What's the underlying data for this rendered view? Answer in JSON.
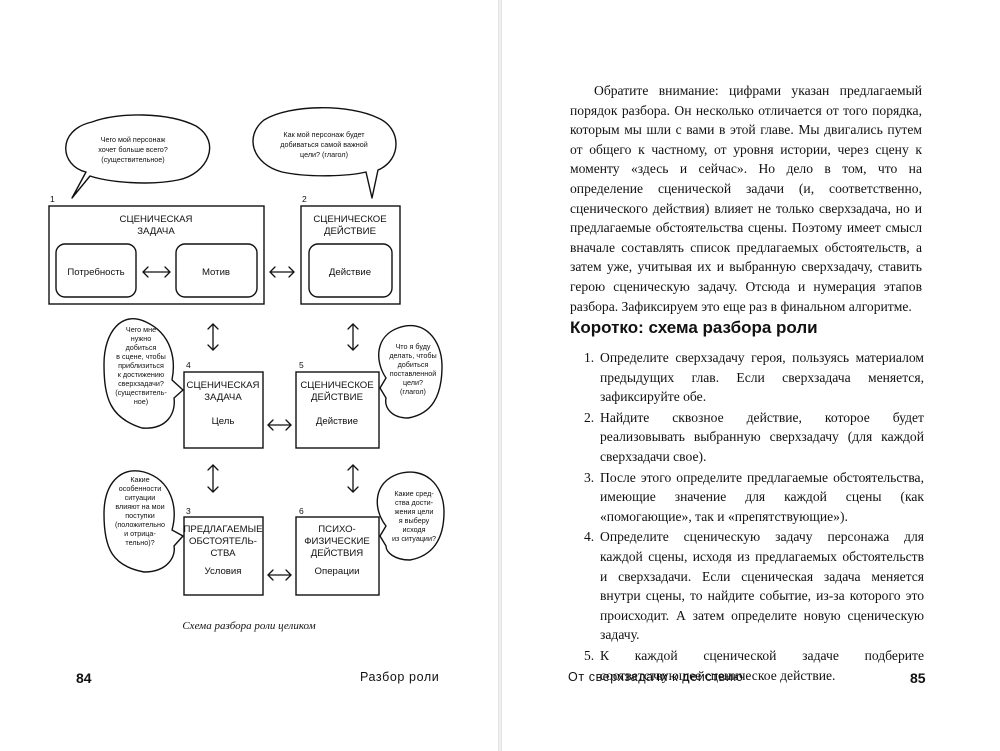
{
  "left_page": {
    "diagram": {
      "boxes": {
        "b1": {
          "number": "1",
          "title": [
            "СЦЕНИЧЕСКАЯ",
            "ЗАДАЧА"
          ],
          "sub_left": "Потребность",
          "sub_right": "Мотив"
        },
        "b2": {
          "number": "2",
          "title": [
            "СЦЕНИЧЕСКОЕ",
            "ДЕЙСТВИЕ"
          ],
          "sub": "Действие"
        },
        "b4": {
          "number": "4",
          "title": [
            "СЦЕНИЧЕСКАЯ",
            "ЗАДАЧА"
          ],
          "label": "Цель"
        },
        "b5": {
          "number": "5",
          "title": [
            "СЦЕНИЧЕСКОЕ",
            "ДЕЙСТВИЕ"
          ],
          "label": "Действие"
        },
        "b3": {
          "number": "3",
          "title": [
            "ПРЕДЛАГАЕМЫЕ",
            "ОБСТОЯТЕЛЬ-",
            "СТВА"
          ],
          "label": "Условия"
        },
        "b6": {
          "number": "6",
          "title": [
            "ПСИХО-",
            "ФИЗИЧЕСКИЕ",
            "ДЕЙСТВИЯ"
          ],
          "label": "Операции"
        }
      },
      "bubbles": {
        "q1": [
          "Чего мой персонаж",
          "хочет больше всего?",
          "(существительное)"
        ],
        "q2": [
          "Как мой персонаж будет",
          "добиваться самой важной",
          "цели? (глагол)"
        ],
        "q4": [
          "Чего мне",
          "нужно",
          "добиться",
          "в сцене, чтобы",
          "приблизиться",
          "к достижению",
          "сверхзадачи?",
          "(существитель-",
          "ное)"
        ],
        "q5": [
          "Что я буду",
          "делать, чтобы",
          "добиться",
          "поставленной",
          "цели?",
          "(глагол)"
        ],
        "q3": [
          "Какие",
          "особенности",
          "ситуации",
          "влияют на мои",
          "поступки",
          "(положительно",
          "и отрица-",
          "тельно)?"
        ],
        "q6": [
          "Какие сред-",
          "ства дости-",
          "жения цели",
          "я выберу",
          "исходя",
          "из ситуации?"
        ]
      }
    },
    "caption": "Схема разбора роли целиком",
    "page_number": "84",
    "running_head": "Разбор роли"
  },
  "right_page": {
    "paragraph": "Обратите внимание: цифрами указан предлагаемый порядок разбора. Он несколько отличается от того порядка, которым мы шли с вами в этой главе. Мы двигались путем от общего к частному, от уровня истории, через сцену к моменту «здесь и сейчас». Но дело в том, что на определение сценической задачи (и, соответственно, сценического действия) влияет не только сверхзадача, но и предлагаемые обстоятельства сцены. Поэтому имеет смысл вначале составлять список предлагаемых обстоятельств, а затем уже, учитывая их и выбранную сверхзадачу, ставить герою сценическую задачу. Отсюда и нумерация этапов разбора. Зафиксируем это еще раз в финальном алгоритме.",
    "heading": "Коротко: схема разбора роли",
    "steps": [
      {
        "num": "1.",
        "text": "Определите сверхзадачу героя, пользуясь материалом предыдущих глав. Если сверхзадача меняется, зафиксируйте обе."
      },
      {
        "num": "2.",
        "text": "Найдите сквозное действие, которое будет реализовывать выбранную сверхзадачу (для каждой сверхзадачи свое)."
      },
      {
        "num": "3.",
        "text": "После этого определите предлагаемые обстоятельства, имеющие значение для каждой сцены (как «помогающие», так и «препятствующие»)."
      },
      {
        "num": "4.",
        "text": "Определите сценическую задачу персонажа для каждой сцены, исходя из предлагаемых обстоятельств и сверхзадачи. Если сценическая задача меняется внутри сцены, то найдите событие, из-за которого это происходит. А затем определите новую сценическую задачу."
      },
      {
        "num": "5.",
        "text": "К каждой сценической задаче подберите соответствующее сценическое действие."
      }
    ],
    "running_head": "От сверхзадачи к действию",
    "page_number": "85"
  }
}
